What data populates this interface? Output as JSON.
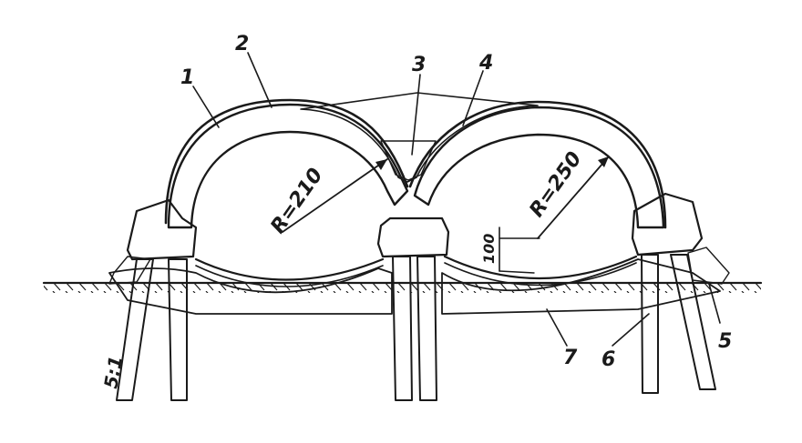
{
  "drawing": {
    "labels": {
      "n1": "1",
      "n2": "2",
      "n3": "3",
      "n4": "4",
      "n5": "5",
      "n6": "6",
      "n7": "7",
      "slope": "5:1"
    },
    "dimensions": {
      "radius_left": "R=210",
      "radius_right": "R=250",
      "rise": "100"
    }
  }
}
